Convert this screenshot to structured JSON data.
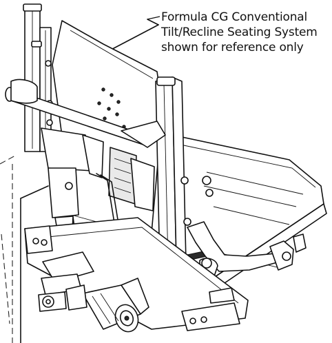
{
  "callout": {
    "line1": "Formula CG Conventional",
    "line2": "Tilt/Recline Seating System",
    "line3": "shown for reference only"
  }
}
